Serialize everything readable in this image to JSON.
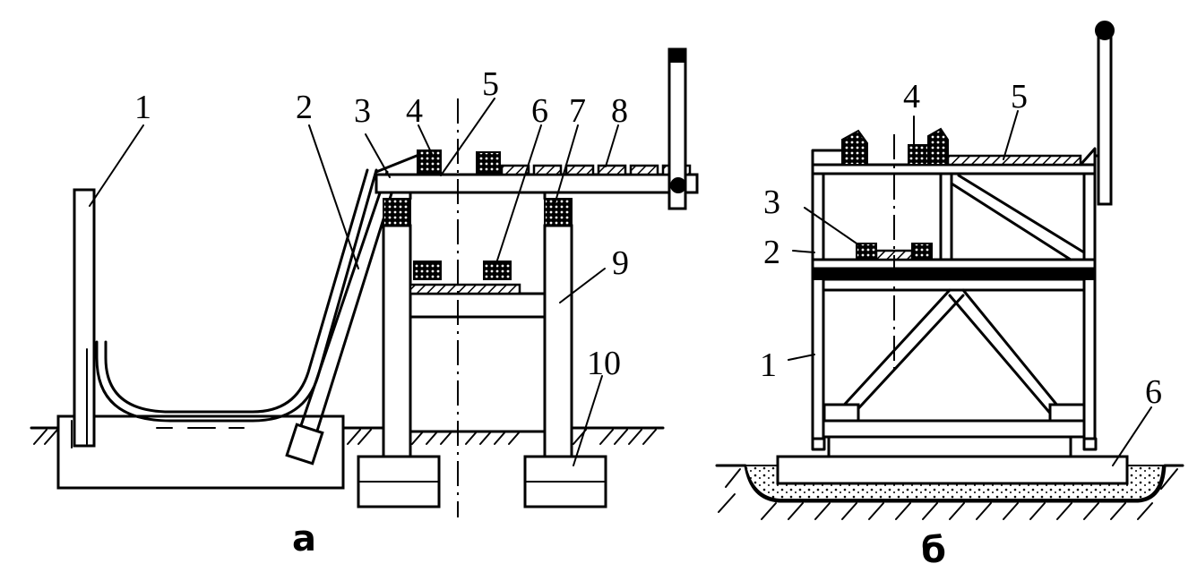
{
  "panel_a": {
    "caption": "а",
    "labels": [
      "1",
      "2",
      "3",
      "4",
      "5",
      "6",
      "7",
      "8",
      "9",
      "10"
    ]
  },
  "panel_b": {
    "caption": "б",
    "labels": [
      "1",
      "2",
      "3",
      "4",
      "5",
      "6"
    ]
  }
}
